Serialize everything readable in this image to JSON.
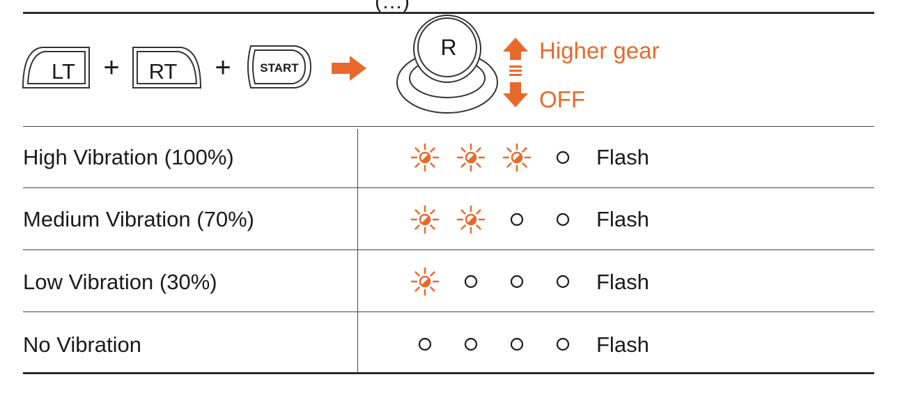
{
  "header_partial": "(…)",
  "combo": {
    "buttons": [
      "LT",
      "RT",
      "START"
    ],
    "plus": "+",
    "stick_label": "R",
    "up_label": "Higher gear",
    "down_label": "OFF"
  },
  "colors": {
    "accent": "#e8692b",
    "text": "#1a1a1a",
    "line": "#444444"
  },
  "rows": [
    {
      "label": "High Vibration (100%)",
      "leds": [
        "on",
        "on",
        "on",
        "off"
      ],
      "state": "Flash"
    },
    {
      "label": "Medium Vibration (70%)",
      "leds": [
        "on",
        "on",
        "off",
        "off"
      ],
      "state": "Flash"
    },
    {
      "label": "Low Vibration (30%)",
      "leds": [
        "on",
        "off",
        "off",
        "off"
      ],
      "state": "Flash"
    },
    {
      "label": "No Vibration",
      "leds": [
        "off",
        "off",
        "off",
        "off"
      ],
      "state": "Flash"
    }
  ]
}
